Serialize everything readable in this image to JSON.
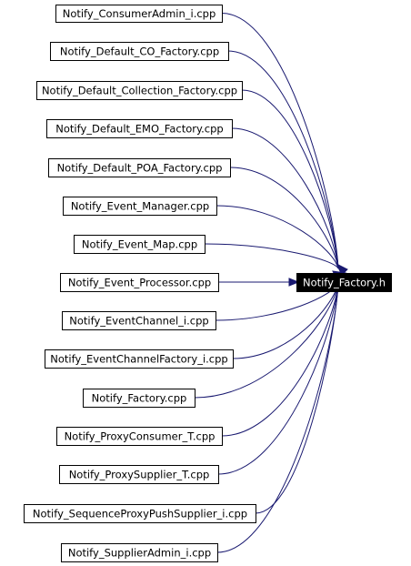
{
  "target": {
    "label": "Notify_Factory.h"
  },
  "sources": [
    {
      "label": "Notify_ConsumerAdmin_i.cpp"
    },
    {
      "label": "Notify_Default_CO_Factory.cpp"
    },
    {
      "label": "Notify_Default_Collection_Factory.cpp"
    },
    {
      "label": "Notify_Default_EMO_Factory.cpp"
    },
    {
      "label": "Notify_Default_POA_Factory.cpp"
    },
    {
      "label": "Notify_Event_Manager.cpp"
    },
    {
      "label": "Notify_Event_Map.cpp"
    },
    {
      "label": "Notify_Event_Processor.cpp"
    },
    {
      "label": "Notify_EventChannel_i.cpp"
    },
    {
      "label": "Notify_EventChannelFactory_i.cpp"
    },
    {
      "label": "Notify_Factory.cpp"
    },
    {
      "label": "Notify_ProxyConsumer_T.cpp"
    },
    {
      "label": "Notify_ProxySupplier_T.cpp"
    },
    {
      "label": "Notify_SequenceProxyPushSupplier_i.cpp"
    },
    {
      "label": "Notify_SupplierAdmin_i.cpp"
    }
  ],
  "colors": {
    "edge": "#191970",
    "target_fill": "#000000",
    "target_text": "#ffffff",
    "node_border": "#000000"
  }
}
